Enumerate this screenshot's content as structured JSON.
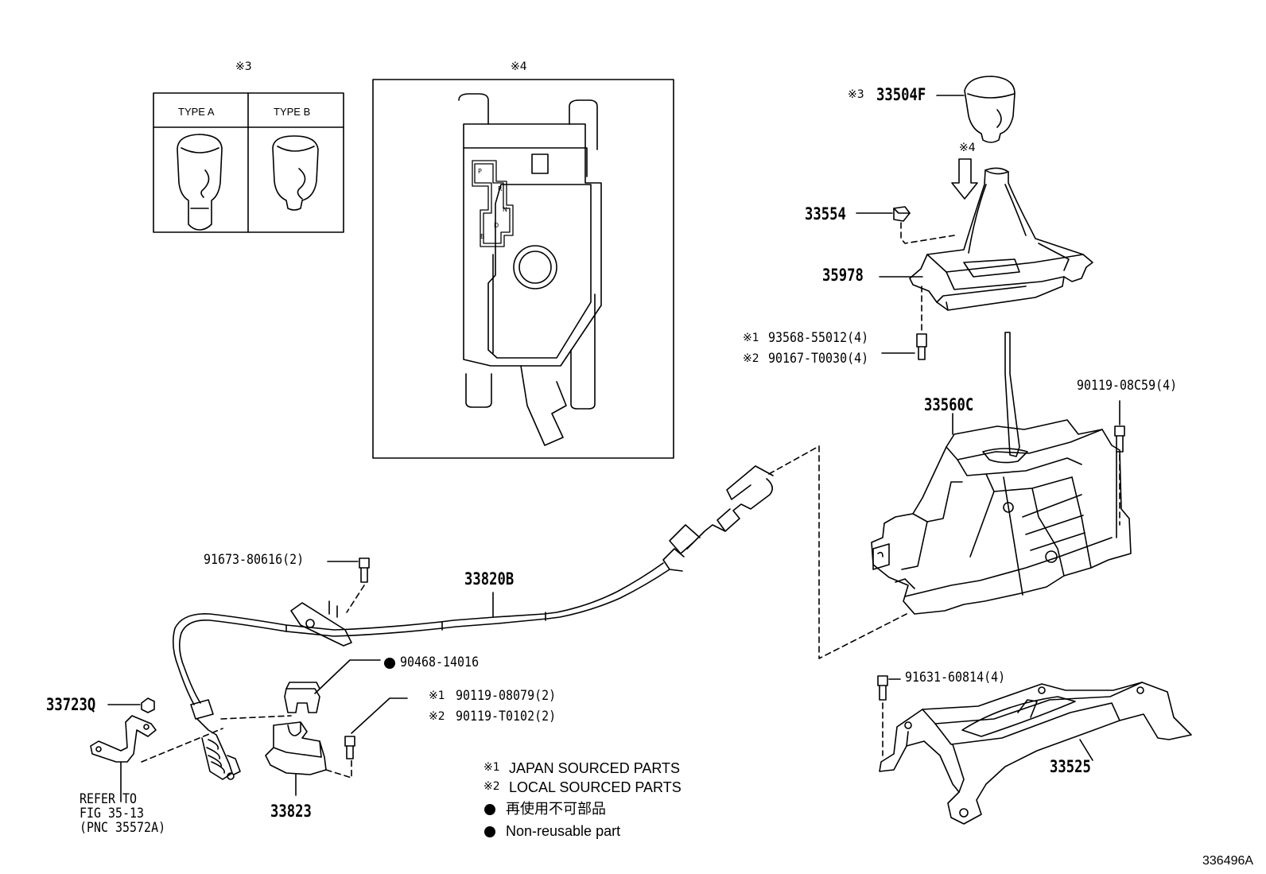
{
  "inset_knob_types": {
    "mark": "※3",
    "type_a": "TYPE A",
    "type_b": "TYPE B"
  },
  "inset_gate": {
    "mark": "※4",
    "gate_letters": [
      "P",
      "R",
      "N",
      "D",
      "B"
    ]
  },
  "callouts": {
    "knob": {
      "mark": "※3",
      "number": "33504F"
    },
    "arrow_mark": "※4",
    "clip": "33554",
    "boot_bezel": "35978",
    "screw_1": {
      "mark": "※1",
      "number": "93568-55012(4)"
    },
    "screw_2": {
      "mark": "※2",
      "number": "90167-T0030(4)"
    },
    "shift_lever_assy": "33560C",
    "bolt_top": "90119-08C59(4)",
    "cable": "33820B",
    "bolt_cable": "91673-80616(2)",
    "retainer": {
      "number": "90468-14016"
    },
    "bracket_bolt_1": {
      "mark": "※1",
      "number": "90119-08079(2)"
    },
    "bracket_bolt_2": {
      "mark": "※2",
      "number": "90119-T0102(2)"
    },
    "nut": "33723Q",
    "refer": [
      "REFER TO",
      "FIG 35-13",
      "(PNC 35572A)"
    ],
    "bracket": "33823",
    "base_bolt": "91631-60814(4)",
    "base_bracket": "33525"
  },
  "legend": {
    "line1": {
      "mark": "※1",
      "text": "JAPAN SOURCED PARTS"
    },
    "line2": {
      "mark": "※2",
      "text": "LOCAL SOURCED PARTS"
    },
    "line3": "再使用不可部品",
    "line4": "Non-reusable part"
  },
  "figure_id": "336496A"
}
